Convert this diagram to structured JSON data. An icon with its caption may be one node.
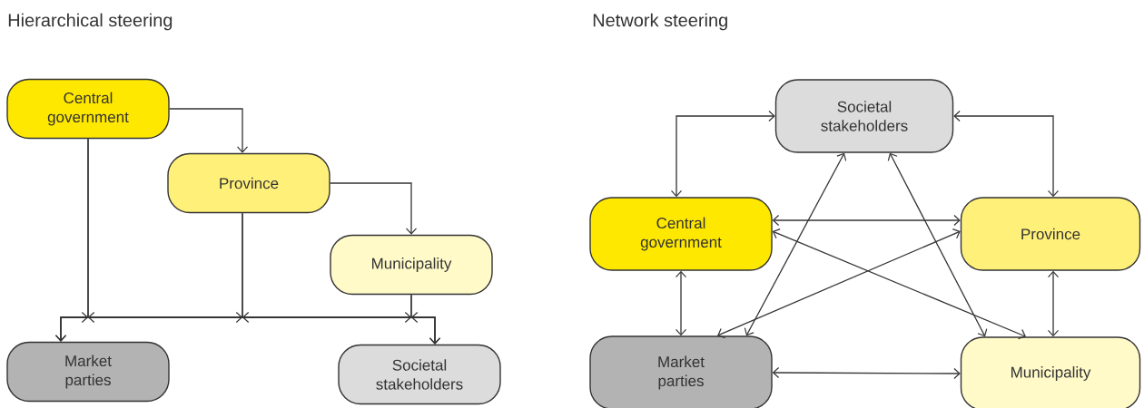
{
  "diagram": {
    "nodes": [
      {
        "text": [
          "Central government"
        ]
      },
      {
        "text": [
          "Province"
        ]
      },
      {
        "text": [
          "Municipality"
        ]
      },
      {
        "text": [
          "Market parties"
        ]
      },
      {
        "text": [
          "Societal stakeholders"
        ]
      },
      {
        "text": [
          "Societal stakeholders"
        ]
      },
      {
        "text": [
          "Central government"
        ]
      },
      {
        "text": [
          "Province"
        ]
      },
      {
        "text": [
          "Market parties"
        ]
      },
      {
        "text": [
          "Municipality"
        ]
      }
    ],
    "edges": [
      {
        "from": 0,
        "to": 1,
        "arrow": "to"
      },
      {
        "from": 1,
        "to": 2,
        "arrow": "to"
      },
      {
        "from": 0,
        "to": 3,
        "arrow": "to"
      },
      {
        "from": 0,
        "to": 4,
        "arrow": "to"
      },
      {
        "from": 1,
        "to": 3,
        "arrow": "to"
      },
      {
        "from": 1,
        "to": 4,
        "arrow": "to"
      },
      {
        "from": 2,
        "to": 3,
        "arrow": "to"
      },
      {
        "from": 2,
        "to": 4,
        "arrow": "to"
      },
      {
        "from": 5,
        "to": 6,
        "arrow": "both"
      },
      {
        "from": 5,
        "to": 7,
        "arrow": "both"
      },
      {
        "from": 6,
        "to": 7,
        "arrow": "both"
      },
      {
        "from": 6,
        "to": 8,
        "arrow": "both"
      },
      {
        "from": 7,
        "to": 8,
        "arrow": "both"
      },
      {
        "from": 6,
        "to": 9,
        "arrow": "both"
      },
      {
        "from": 5,
        "to": 8,
        "arrow": "both"
      },
      {
        "from": 5,
        "to": 9,
        "arrow": "both"
      },
      {
        "from": 7,
        "to": 9,
        "arrow": "both"
      },
      {
        "from": 8,
        "to": 9,
        "arrow": "both"
      }
    ],
    "labels": [
      "Hierarchical steering",
      "Network steering"
    ]
  }
}
